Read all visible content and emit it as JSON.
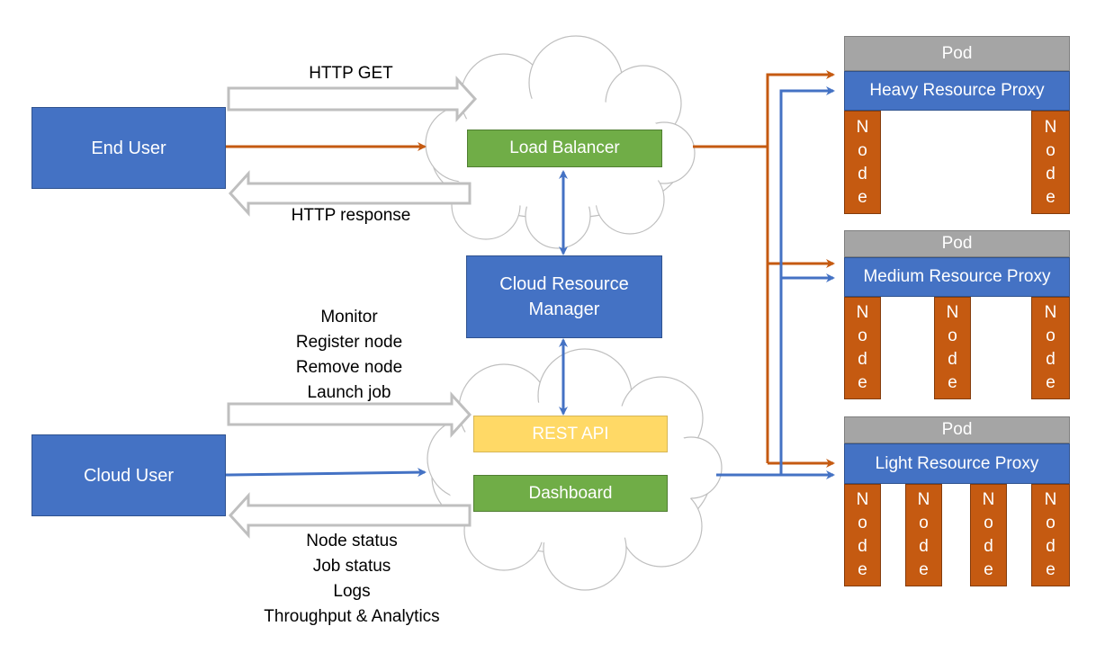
{
  "labels": {
    "end_user": "End User",
    "cloud_user": "Cloud User",
    "load_balancer": "Load Balancer",
    "cloud_resource_manager_1": "Cloud Resource",
    "cloud_resource_manager_2": "Manager",
    "rest_api": "REST API",
    "dashboard": "Dashboard",
    "http_get": "HTTP GET",
    "http_response": "HTTP response",
    "requests": [
      "Monitor",
      "Register node",
      "Remove node",
      "Launch job"
    ],
    "responses": [
      "Node status",
      "Job status",
      "Logs",
      "Throughput & Analytics"
    ]
  },
  "pods": [
    {
      "pod_label": "Pod",
      "proxy_label": "Heavy Resource Proxy",
      "node_letters": [
        "N",
        "o",
        "d",
        "e"
      ],
      "node_count": 2
    },
    {
      "pod_label": "Pod",
      "proxy_label": "Medium Resource Proxy",
      "node_letters": [
        "N",
        "o",
        "d",
        "e"
      ],
      "node_count": 3
    },
    {
      "pod_label": "Pod",
      "proxy_label": "Light Resource Proxy",
      "node_letters": [
        "N",
        "o",
        "d",
        "e"
      ],
      "node_count": 4
    }
  ],
  "colors": {
    "blue": "#4472c4",
    "orange": "#c55a11",
    "green": "#70ad47",
    "yellow": "#ffd966",
    "gray": "#a5a5a5",
    "outline_arrow": "#bfbfbf"
  }
}
